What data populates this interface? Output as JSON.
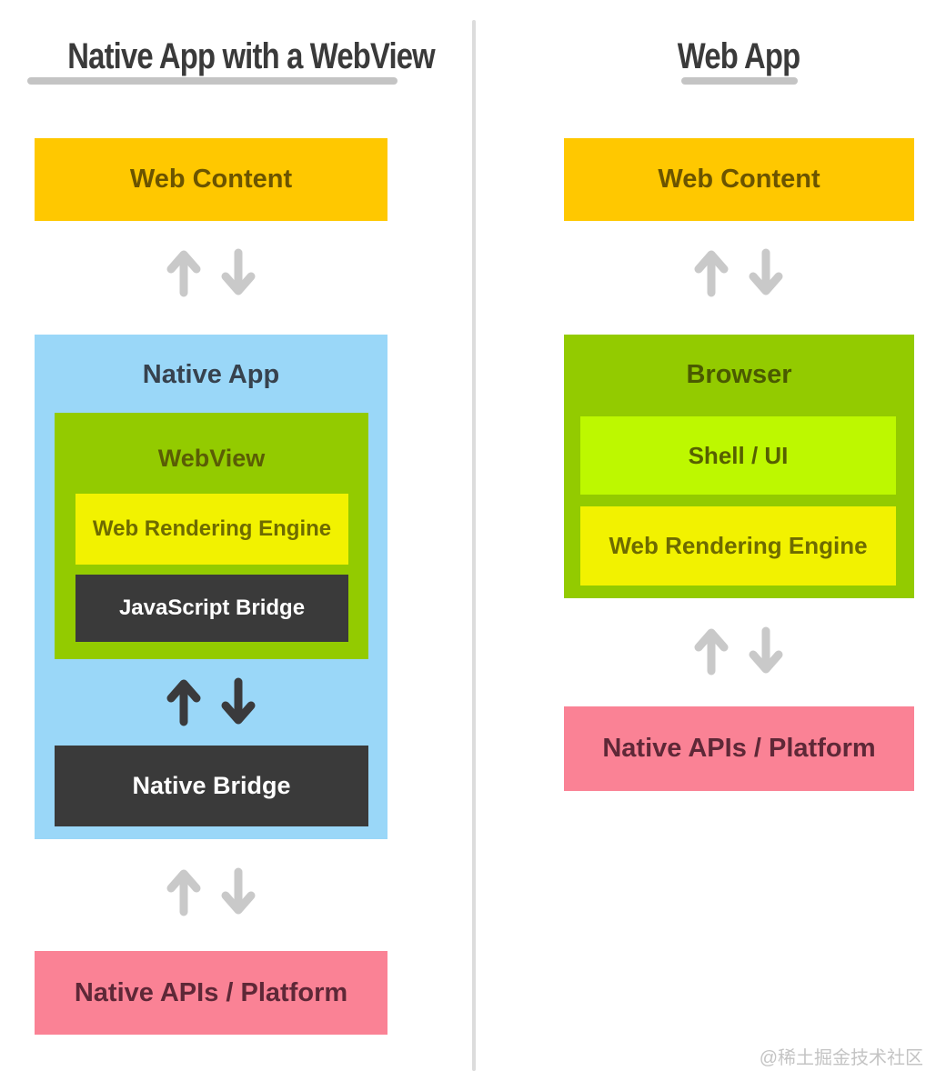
{
  "diagram": {
    "left_column": {
      "title": "Native App with a WebView",
      "web_content_label": "Web Content",
      "native_app_label": "Native App",
      "webview_label": "WebView",
      "web_rendering_engine_label": "Web Rendering Engine",
      "javascript_bridge_label": "JavaScript Bridge",
      "native_bridge_label": "Native Bridge",
      "native_apis_label": "Native APIs / Platform"
    },
    "right_column": {
      "title": "Web App",
      "web_content_label": "Web Content",
      "browser_label": "Browser",
      "shell_ui_label": "Shell / UI",
      "web_rendering_engine_label": "Web Rendering Engine",
      "native_apis_label": "Native APIs / Platform"
    },
    "watermark": "@稀土掘金技术社区",
    "colors": {
      "gold_box": "#ffc800",
      "bright_yellow_box": "#f2f200",
      "green_box": "#93cb00",
      "light_green_box": "#bdf800",
      "blue_box": "#9ad7f8",
      "pink_box": "#fa8295",
      "charcoal_box": "#3a3a3a",
      "arrow_gray": "#c9c9c9",
      "arrow_dark": "#3a3a3c",
      "underline_gray": "#c4c4c4",
      "divider_gray": "#dcdcdc",
      "title_text": "#3a3a3a",
      "watermark_gray": "#c4c4c4"
    }
  }
}
